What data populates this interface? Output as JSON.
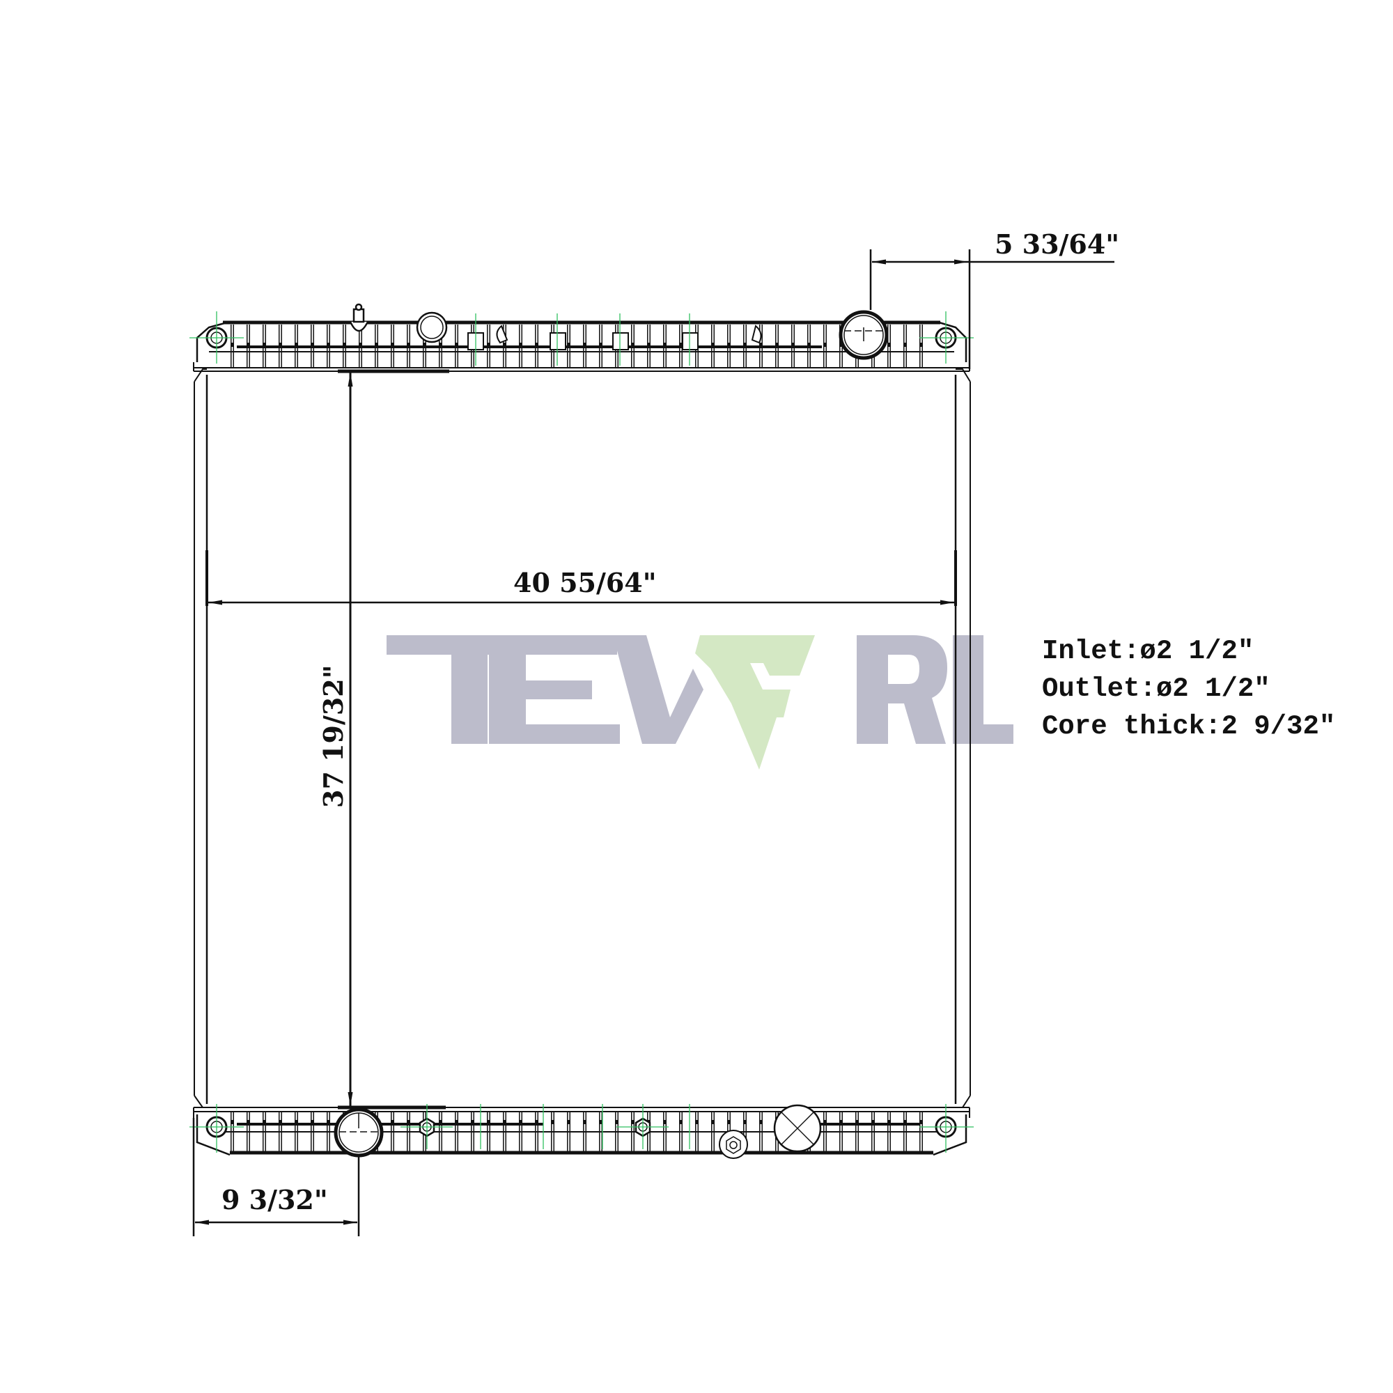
{
  "drawing": {
    "subject": "radiator-front-view",
    "dimensions": {
      "top_offset": "5 33/64\"",
      "core_width": "40 55/64\"",
      "core_height": "37 19/32\"",
      "bottom_offset": "9 3/32\""
    },
    "specs": {
      "inlet": "Inlet:ø2 1/2\"",
      "outlet": "Outlet:ø2 1/2\"",
      "core_thick": "Core thick:2 9/32\""
    },
    "watermark": {
      "text_left": "TEV",
      "text_right": "RL",
      "gray_color": "#bcbccb",
      "green_color": "#d4e8c4"
    },
    "colors": {
      "line": "#111111",
      "centerline": "#2fbf5f"
    }
  }
}
